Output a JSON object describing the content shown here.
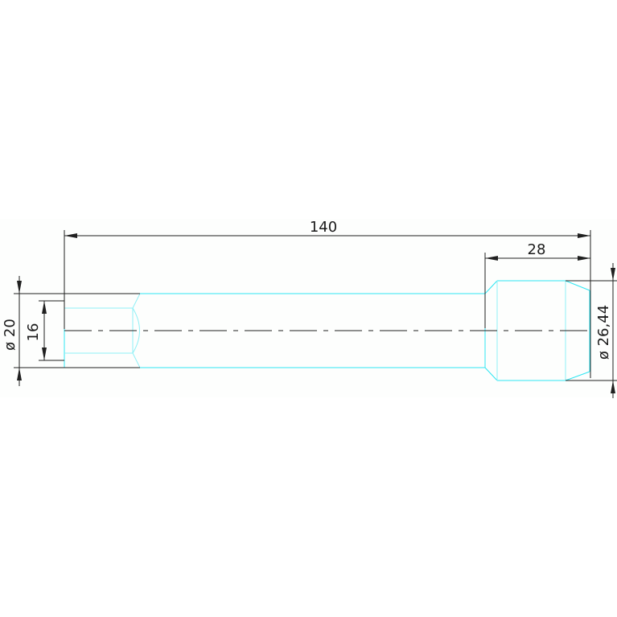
{
  "drawing": {
    "dimensions": {
      "overall_length": "140",
      "head_length": "28",
      "shank_diameter": "ø 20",
      "bore_diameter": "16",
      "head_diameter": "ø 26,44"
    },
    "colors": {
      "part_outline": "#2ee6f2",
      "dimension_lines": "#202020",
      "background": "#ffffff"
    }
  }
}
